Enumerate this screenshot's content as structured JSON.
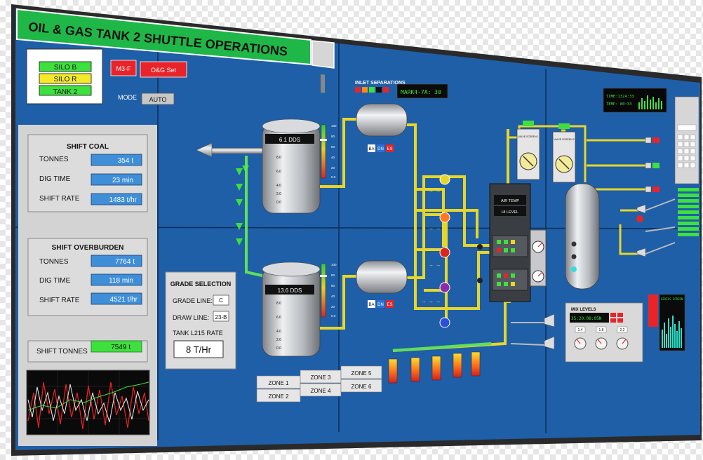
{
  "title": "OIL & GAS TANK 2 SHUTTLE OPERATIONS",
  "legend": {
    "silo_b": "SILO B",
    "silo_r": "SILO R",
    "tank_2": "TANK 2"
  },
  "buttons": {
    "m3f": "M3-F",
    "og_set": "O&G Set"
  },
  "mode": {
    "label": "MODE",
    "value": "AUTO"
  },
  "shift_coal": {
    "title": "SHIFT COAL",
    "rows": [
      {
        "label": "TONNES",
        "value": "354 t"
      },
      {
        "label": "DIG TIME",
        "value": "23 min"
      },
      {
        "label": "SHIFT RATE",
        "value": "1483 t/hr"
      }
    ]
  },
  "shift_overburden": {
    "title": "SHIFT OVERBURDEN",
    "rows": [
      {
        "label": "TONNES",
        "value": "7764 t"
      },
      {
        "label": "DIG TIME",
        "value": "118 min"
      },
      {
        "label": "SHIFT RATE",
        "value": "4521 t/hr"
      }
    ]
  },
  "shift_tonnes": {
    "label": "SHIFT TONNES",
    "value": "7549 t"
  },
  "grade_selection": {
    "title": "GRADE SELECTION",
    "grade_line_label": "GRADE LINE:",
    "grade_line_value": "C",
    "draw_line_label": "DRAW LINE:",
    "draw_line_value": "23-B",
    "tank_rate_label": "TANK L215 RATE",
    "tank_rate_value": "8 T/Hr"
  },
  "tank1": {
    "reading": "6.1 DDS",
    "scale": [
      "8.0",
      "6.0",
      "4.0",
      "2.0",
      "0.0"
    ],
    "gauge": [
      "100",
      "80",
      "60",
      "40",
      "20",
      "0.0"
    ]
  },
  "tank2": {
    "reading": "13.6 DDS",
    "scale": [
      "8.0",
      "6.0",
      "4.0",
      "2.0",
      "0.0"
    ],
    "gauge": [
      "100",
      "80",
      "60",
      "40",
      "20",
      "0.0"
    ]
  },
  "sep_buttons": [
    "BA",
    "DN",
    "ES"
  ],
  "inlet": {
    "title": "INLET SEPARATIONS",
    "display": "MARK4-7A: 30"
  },
  "zones": [
    "ZONE 1",
    "ZONE 2",
    "ZONE 3",
    "ZONE 4",
    "ZONE 5",
    "ZONE 6"
  ],
  "control": {
    "air_temp": "AIR TEMP",
    "hi_level": "HI LEVEL"
  },
  "valves": {
    "v1": "VALVE SCREEN 1",
    "v2": "VALVE SCREEN 2"
  },
  "time_display": {
    "line1": "TIME:1324:33",
    "line2": "TEMP: 80:33"
  },
  "mix": {
    "title": "MIX LEVELS",
    "display": "35:20:08:05N",
    "dials": [
      "1.4",
      "1.8",
      "2.2"
    ]
  },
  "levels_header": "LEVELS SCREEN",
  "colors": {
    "panel_blue": "#1f5fa8",
    "title_green": "#1fb848",
    "pipe_yellow": "#e6d62a",
    "pipe_green": "#5ee05a",
    "value_blue": "#3f8fd8"
  }
}
